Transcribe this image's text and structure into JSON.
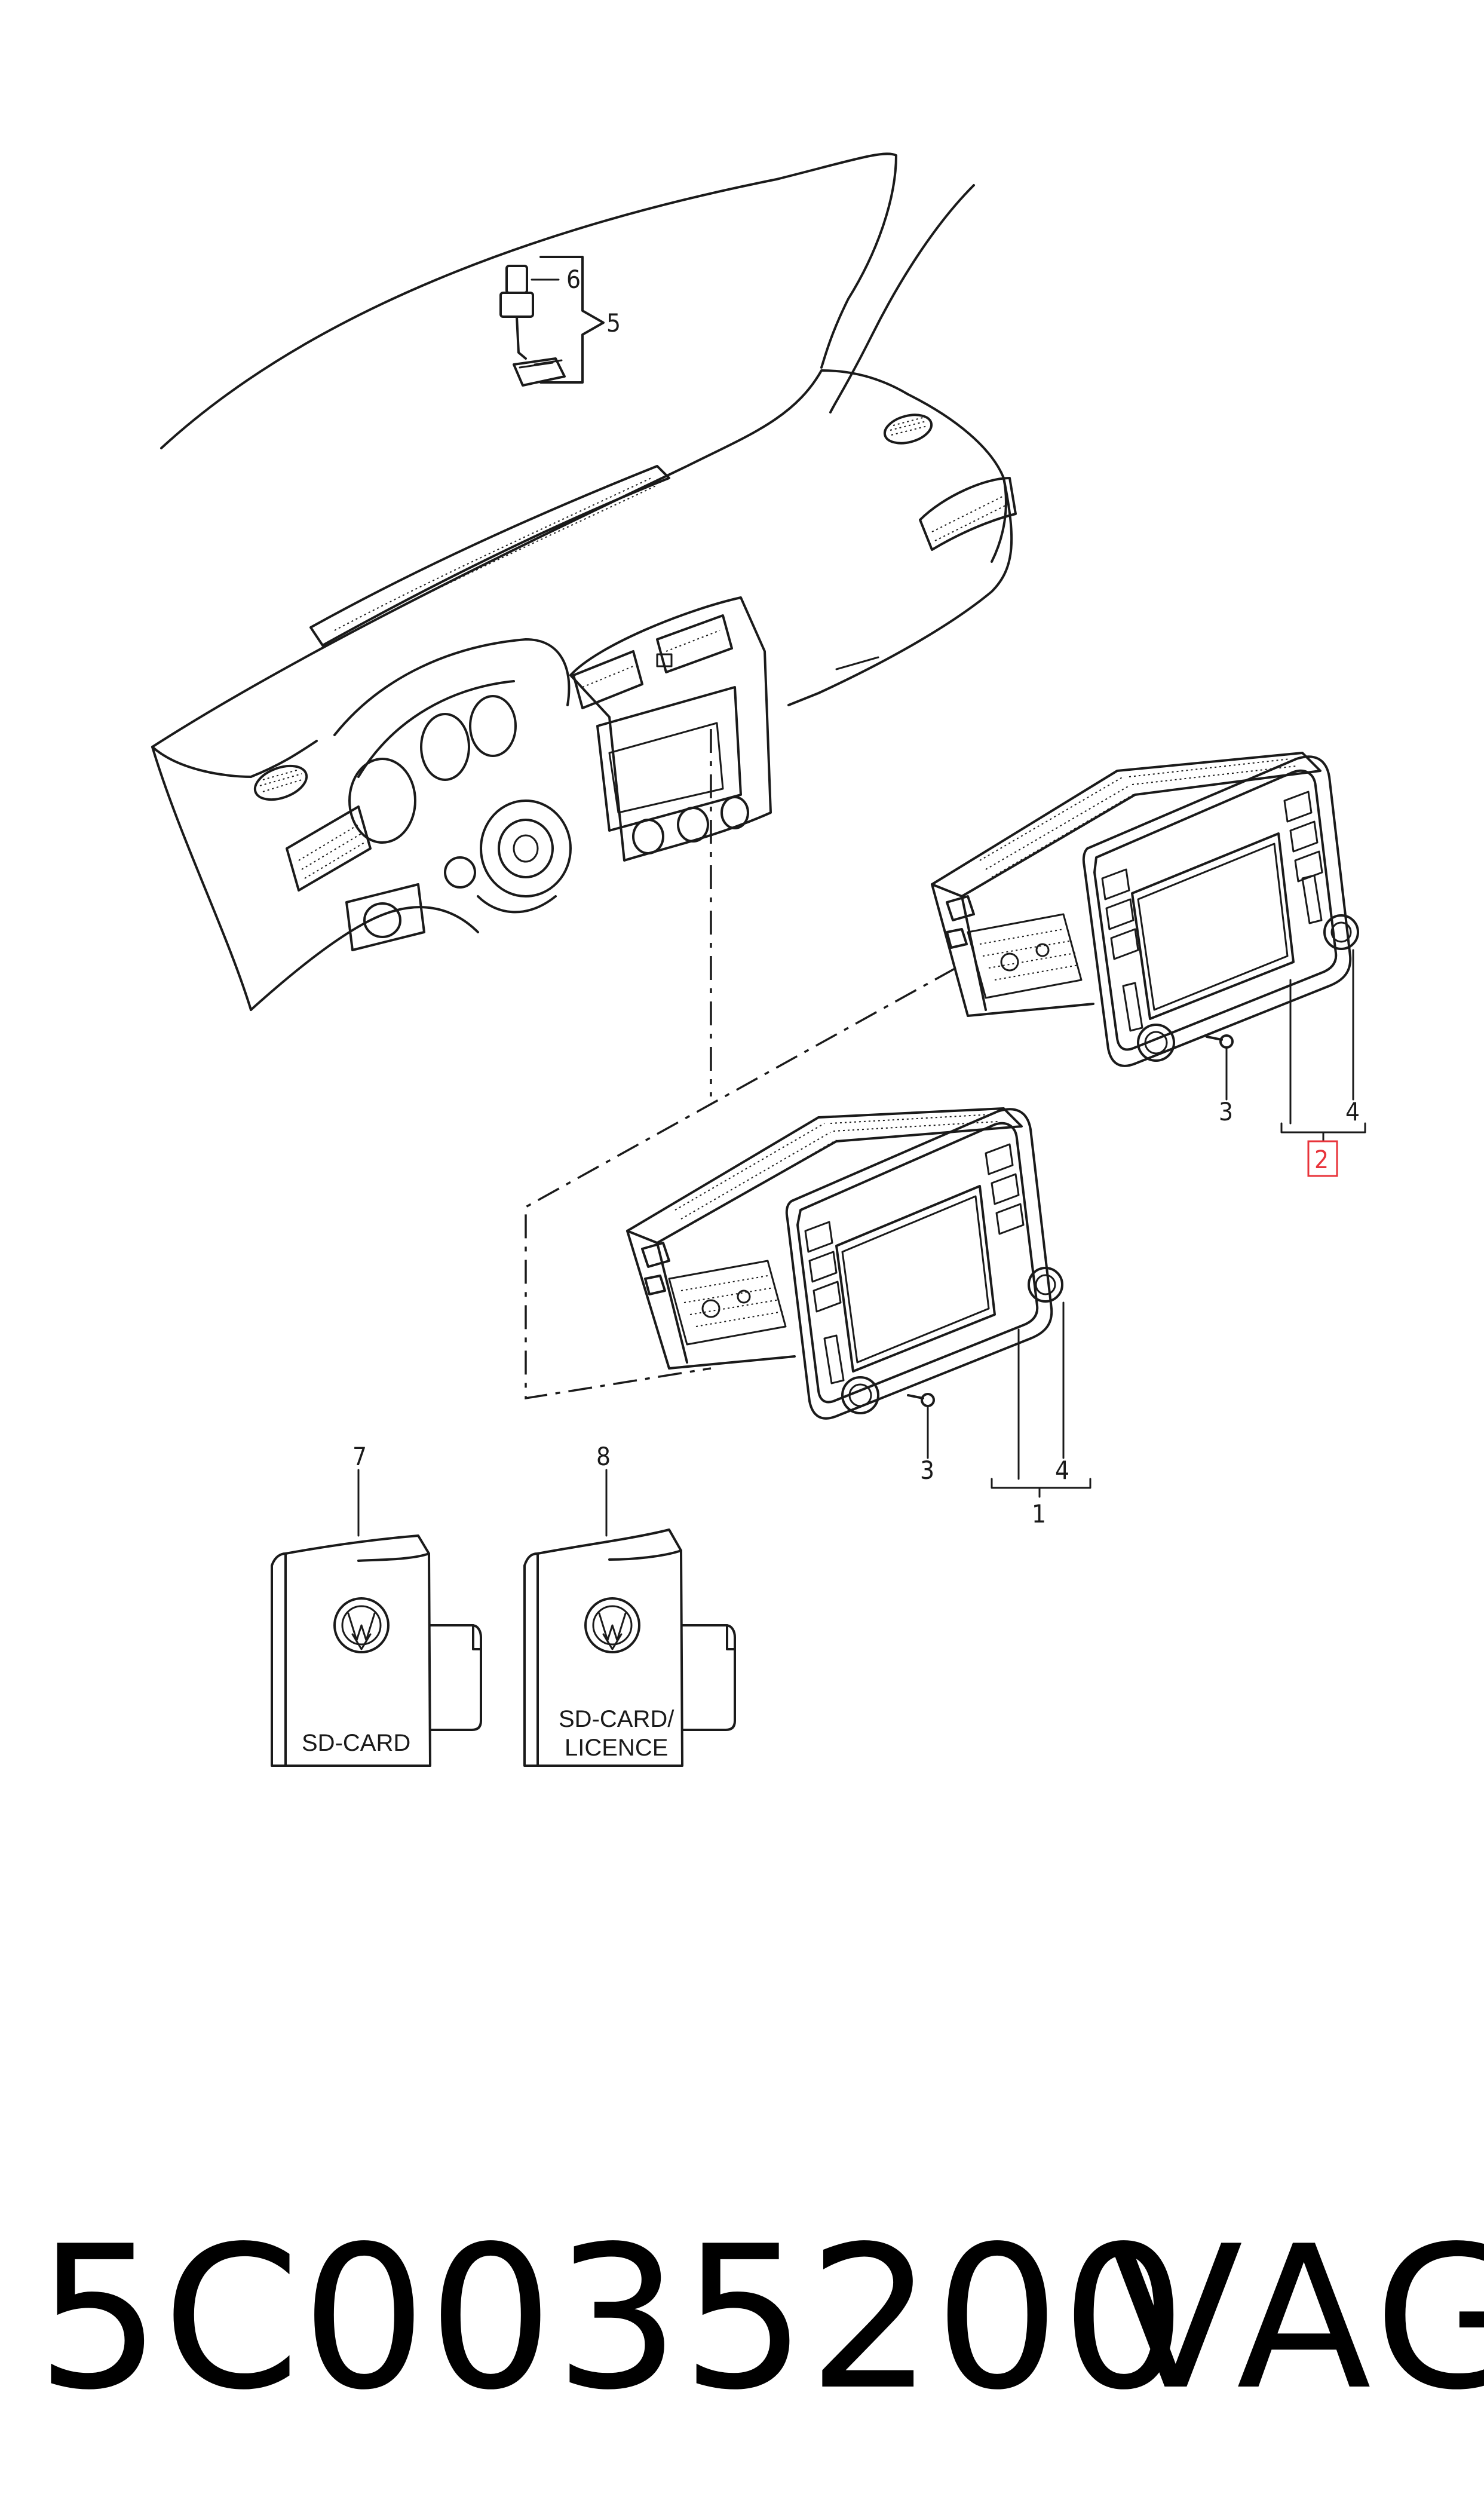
{
  "callouts": {
    "c1": "1",
    "c2": "2",
    "c3_upper": "3",
    "c3_lower": "3",
    "c4_upper": "4",
    "c4_lower": "4",
    "c5": "5",
    "c6": "6",
    "c7": "7",
    "c8": "8"
  },
  "cards": {
    "sd_card": "SD-CARD",
    "sd_licence_line1": "SD-CARD/",
    "sd_licence_line2": "LICENCE"
  },
  "footer": {
    "part_number": "5C0035200",
    "brand": "VAG"
  },
  "colors": {
    "line": "#1a1a1a",
    "highlight": "#e8333a",
    "background": "#ffffff"
  }
}
